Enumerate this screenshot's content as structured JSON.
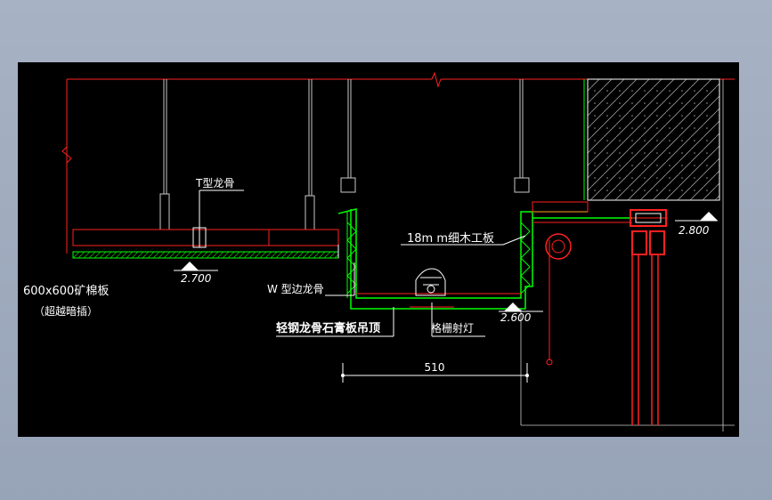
{
  "drawing": {
    "colors": {
      "background": "#000000",
      "wall": "#ff2020",
      "profile": "#00ff00",
      "hanger": "#c8c8c8",
      "text": "#ffffff",
      "dimension": "#ffffff"
    },
    "elevations": {
      "level_a": "2.700",
      "level_b": "2.800",
      "level_c": "2.600"
    },
    "labels": {
      "t_keel": "T型龙骨",
      "mineral_board": "600x600矿棉板",
      "mineral_board_note": "（超越暗插）",
      "w_edge": "W 型边龙骨",
      "light_steel": "轻钢龙骨石膏板吊顶",
      "wood_board": "18m m细木工板",
      "grille_light": "格栅射灯"
    },
    "dimensions": {
      "span": "510"
    }
  }
}
